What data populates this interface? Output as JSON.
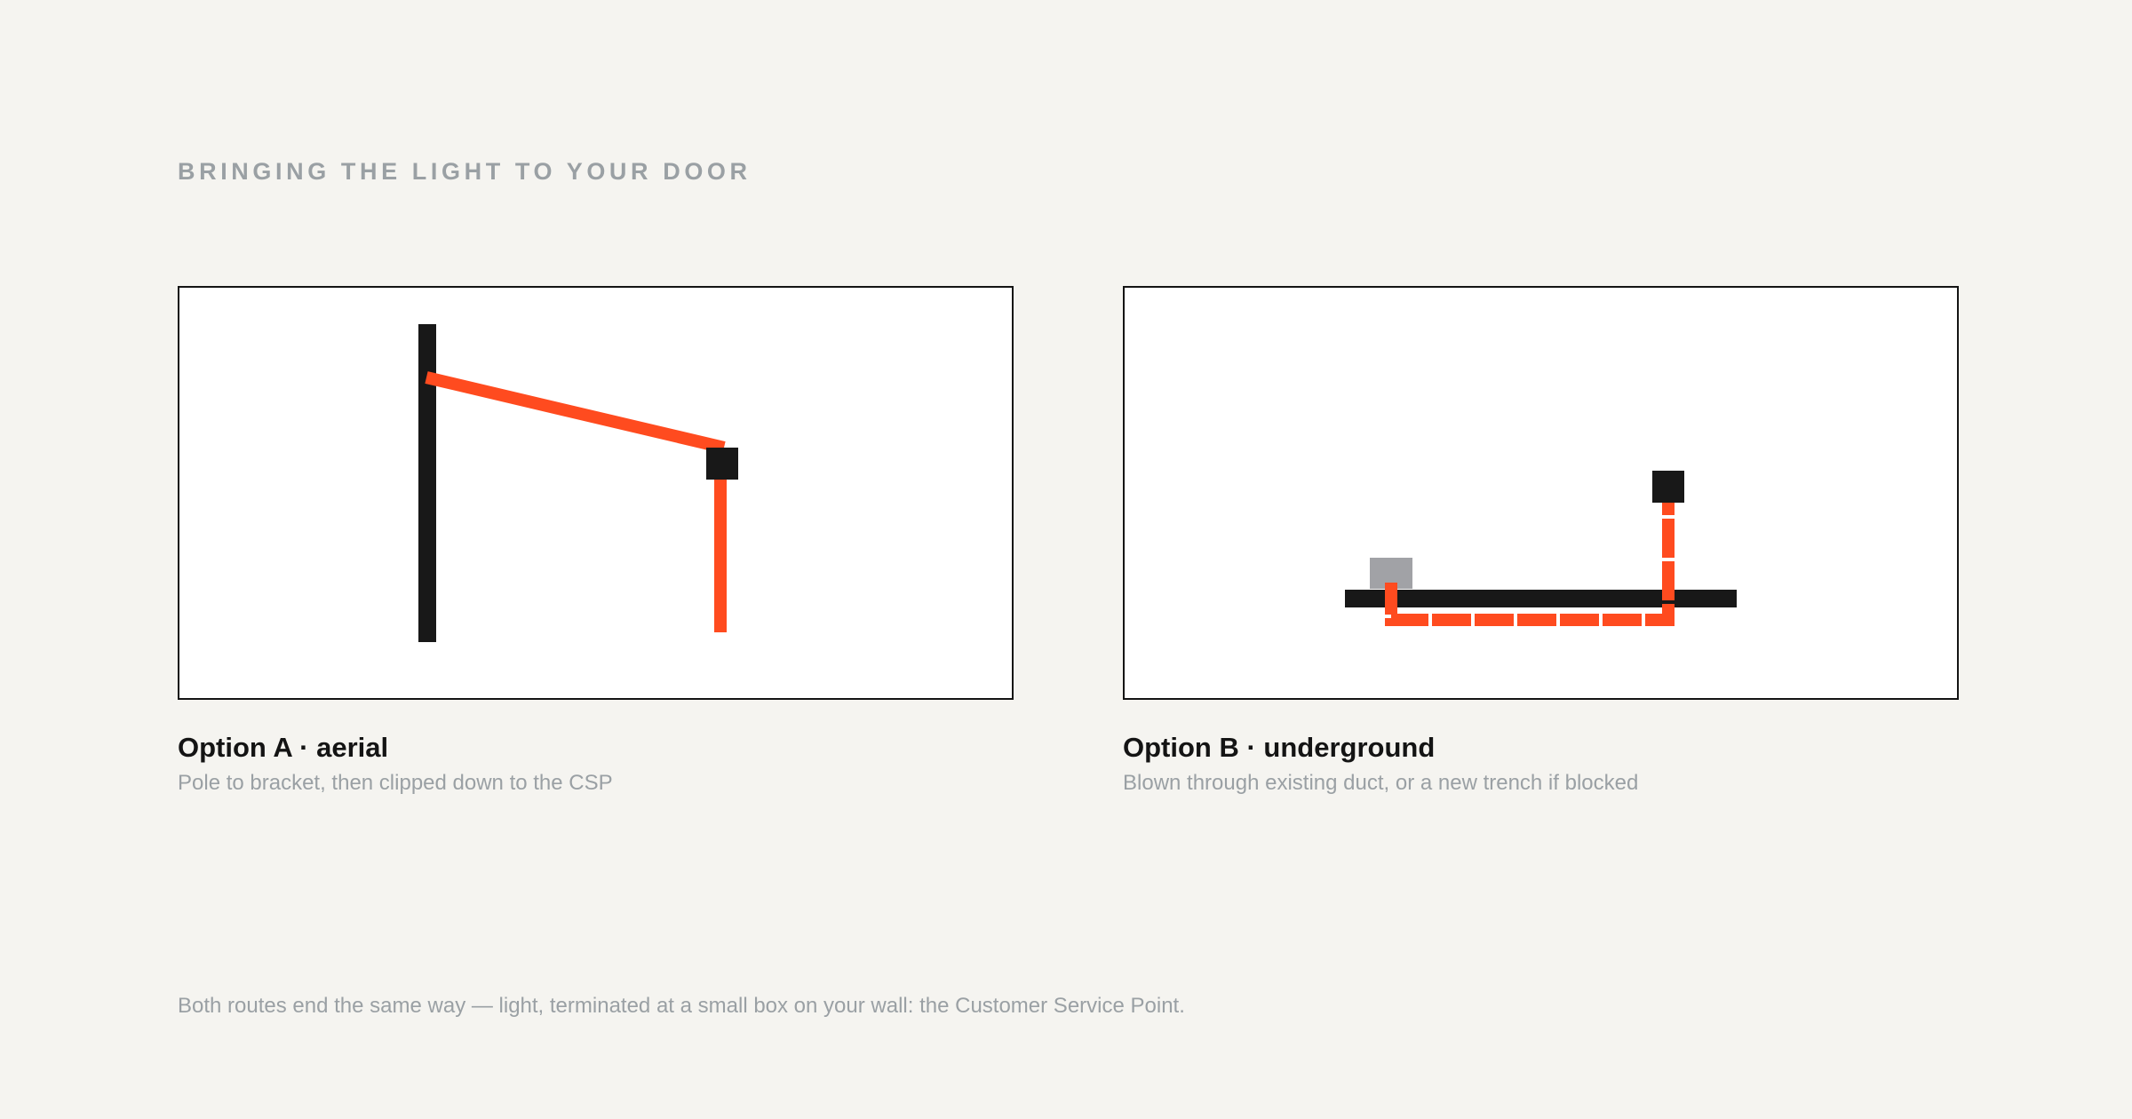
{
  "heading": "BRINGING THE LIGHT TO YOUR DOOR",
  "options": [
    {
      "title": "Option A · aerial",
      "caption": "Pole to bracket, then clipped down to the CSP"
    },
    {
      "title": "Option B · underground",
      "caption": "Blown through existing duct, or a new trench if blocked"
    }
  ],
  "footnote": "Both routes end the same way — light, terminated at a small box on your wall: the Customer Service Point.",
  "colors": {
    "background": "#f5f4f0",
    "fibre": "#ff4b1f",
    "structure": "#181818",
    "muted_text": "#9aa0a4",
    "pit": "#a1a2a6"
  }
}
